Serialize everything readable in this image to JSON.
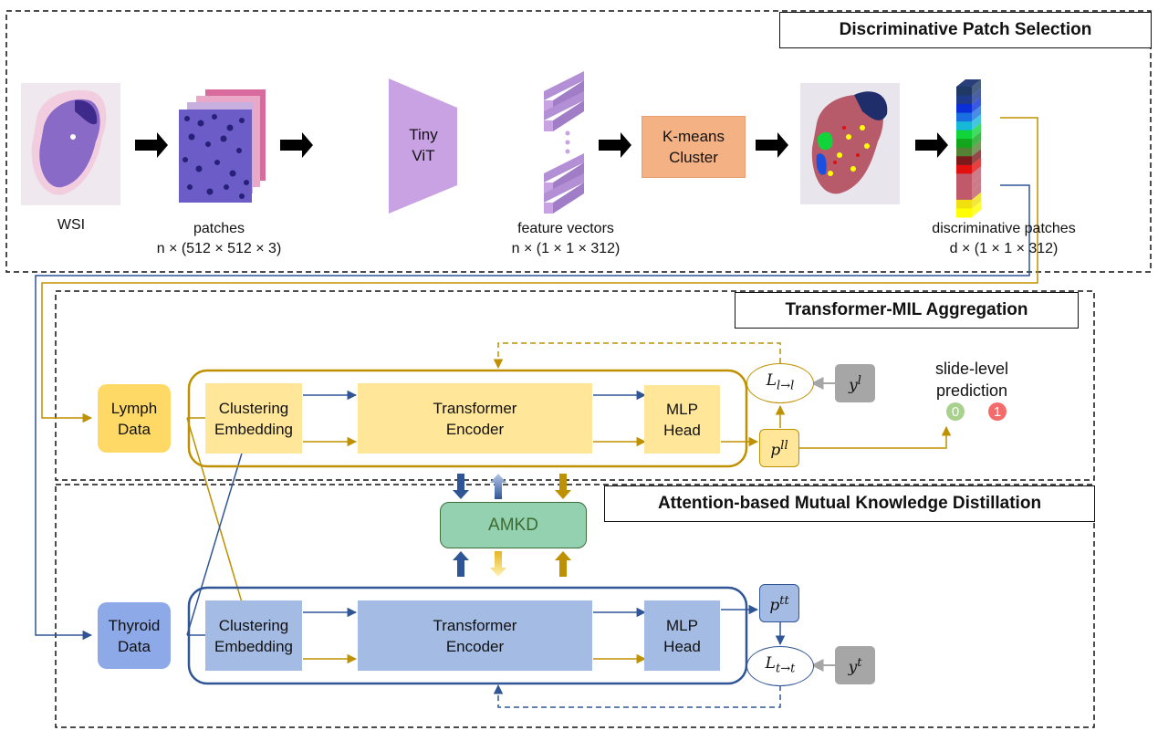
{
  "sections": {
    "patch_selection": {
      "title": "Discriminative Patch Selection"
    },
    "mil_aggregation": {
      "title": "Transformer-MIL Aggregation"
    },
    "amkd": {
      "title": "Attention-based Mutual Knowledge Distillation"
    }
  },
  "patch_selection": {
    "wsi": {
      "label": "WSI"
    },
    "patches": {
      "label": "patches",
      "shape": "n × (512 × 512 × 3)"
    },
    "tiny_vit": {
      "line1": "Tiny",
      "line2": "ViT",
      "color": "#c9a2e4"
    },
    "feature_vectors": {
      "label": "feature vectors",
      "shape": "n × (1 × 1 × 312)"
    },
    "kmeans": {
      "line1": "K-means",
      "line2": "Cluster",
      "color": "#f4b183"
    },
    "discriminative_patches": {
      "label": "discriminative patches",
      "shape": "d × (1 × 1 × 312)"
    },
    "cluster_colors": [
      "#1f3864",
      "#1f3a8a",
      "#0a2ed8",
      "#1a6fe0",
      "#17b7d8",
      "#10d43a",
      "#13a51b",
      "#548235",
      "#7a1a1a",
      "#e01010",
      "#c05a6a",
      "#c05a6a",
      "#c05a6a",
      "#f0e010",
      "#ffff00"
    ]
  },
  "lymph_branch": {
    "input": {
      "line1": "Lymph",
      "line2": "Data",
      "color": "#ffd966"
    },
    "embedding": {
      "line1": "Clustering",
      "line2": "Embedding"
    },
    "encoder": {
      "line1": "Transformer",
      "line2": "Encoder"
    },
    "head": {
      "line1": "MLP",
      "line2": "Head"
    },
    "block_color": "#ffe699",
    "frame_color": "#bf9000",
    "prediction": {
      "base": "p",
      "sup": "ll"
    },
    "loss": {
      "base": "L",
      "sub": "l→l"
    },
    "label": {
      "base": "y",
      "sup": "l"
    }
  },
  "thyroid_branch": {
    "input": {
      "line1": "Thyroid",
      "line2": "Data",
      "color": "#8ea9e8"
    },
    "embedding": {
      "line1": "Clustering",
      "line2": "Embedding"
    },
    "encoder": {
      "line1": "Transformer",
      "line2": "Encoder"
    },
    "head": {
      "line1": "MLP",
      "line2": "Head"
    },
    "block_color": "#a4bbe3",
    "frame_color": "#2f5597",
    "prediction": {
      "base": "p",
      "sup": "tt"
    },
    "loss": {
      "base": "L",
      "sub": "t→t"
    },
    "label": {
      "base": "y",
      "sup": "t"
    }
  },
  "amkd_block": {
    "label": "AMKD",
    "color": "#93d1b0",
    "border": "#3f6f3a"
  },
  "slide_prediction": {
    "line1": "slide-level",
    "line2": "prediction",
    "classes": [
      {
        "label": "0",
        "color": "#a9d18e"
      },
      {
        "label": "1",
        "color": "#f46b6b"
      }
    ]
  }
}
